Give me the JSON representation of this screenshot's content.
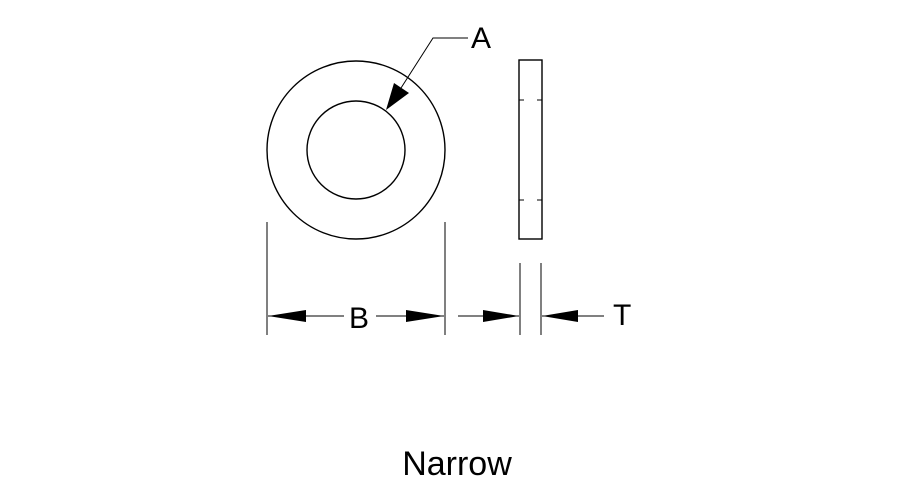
{
  "diagram": {
    "labels": {
      "a": "A",
      "b": "B",
      "t": "T"
    },
    "caption": "Narrow",
    "line_color": "#000000",
    "background": "#ffffff"
  }
}
